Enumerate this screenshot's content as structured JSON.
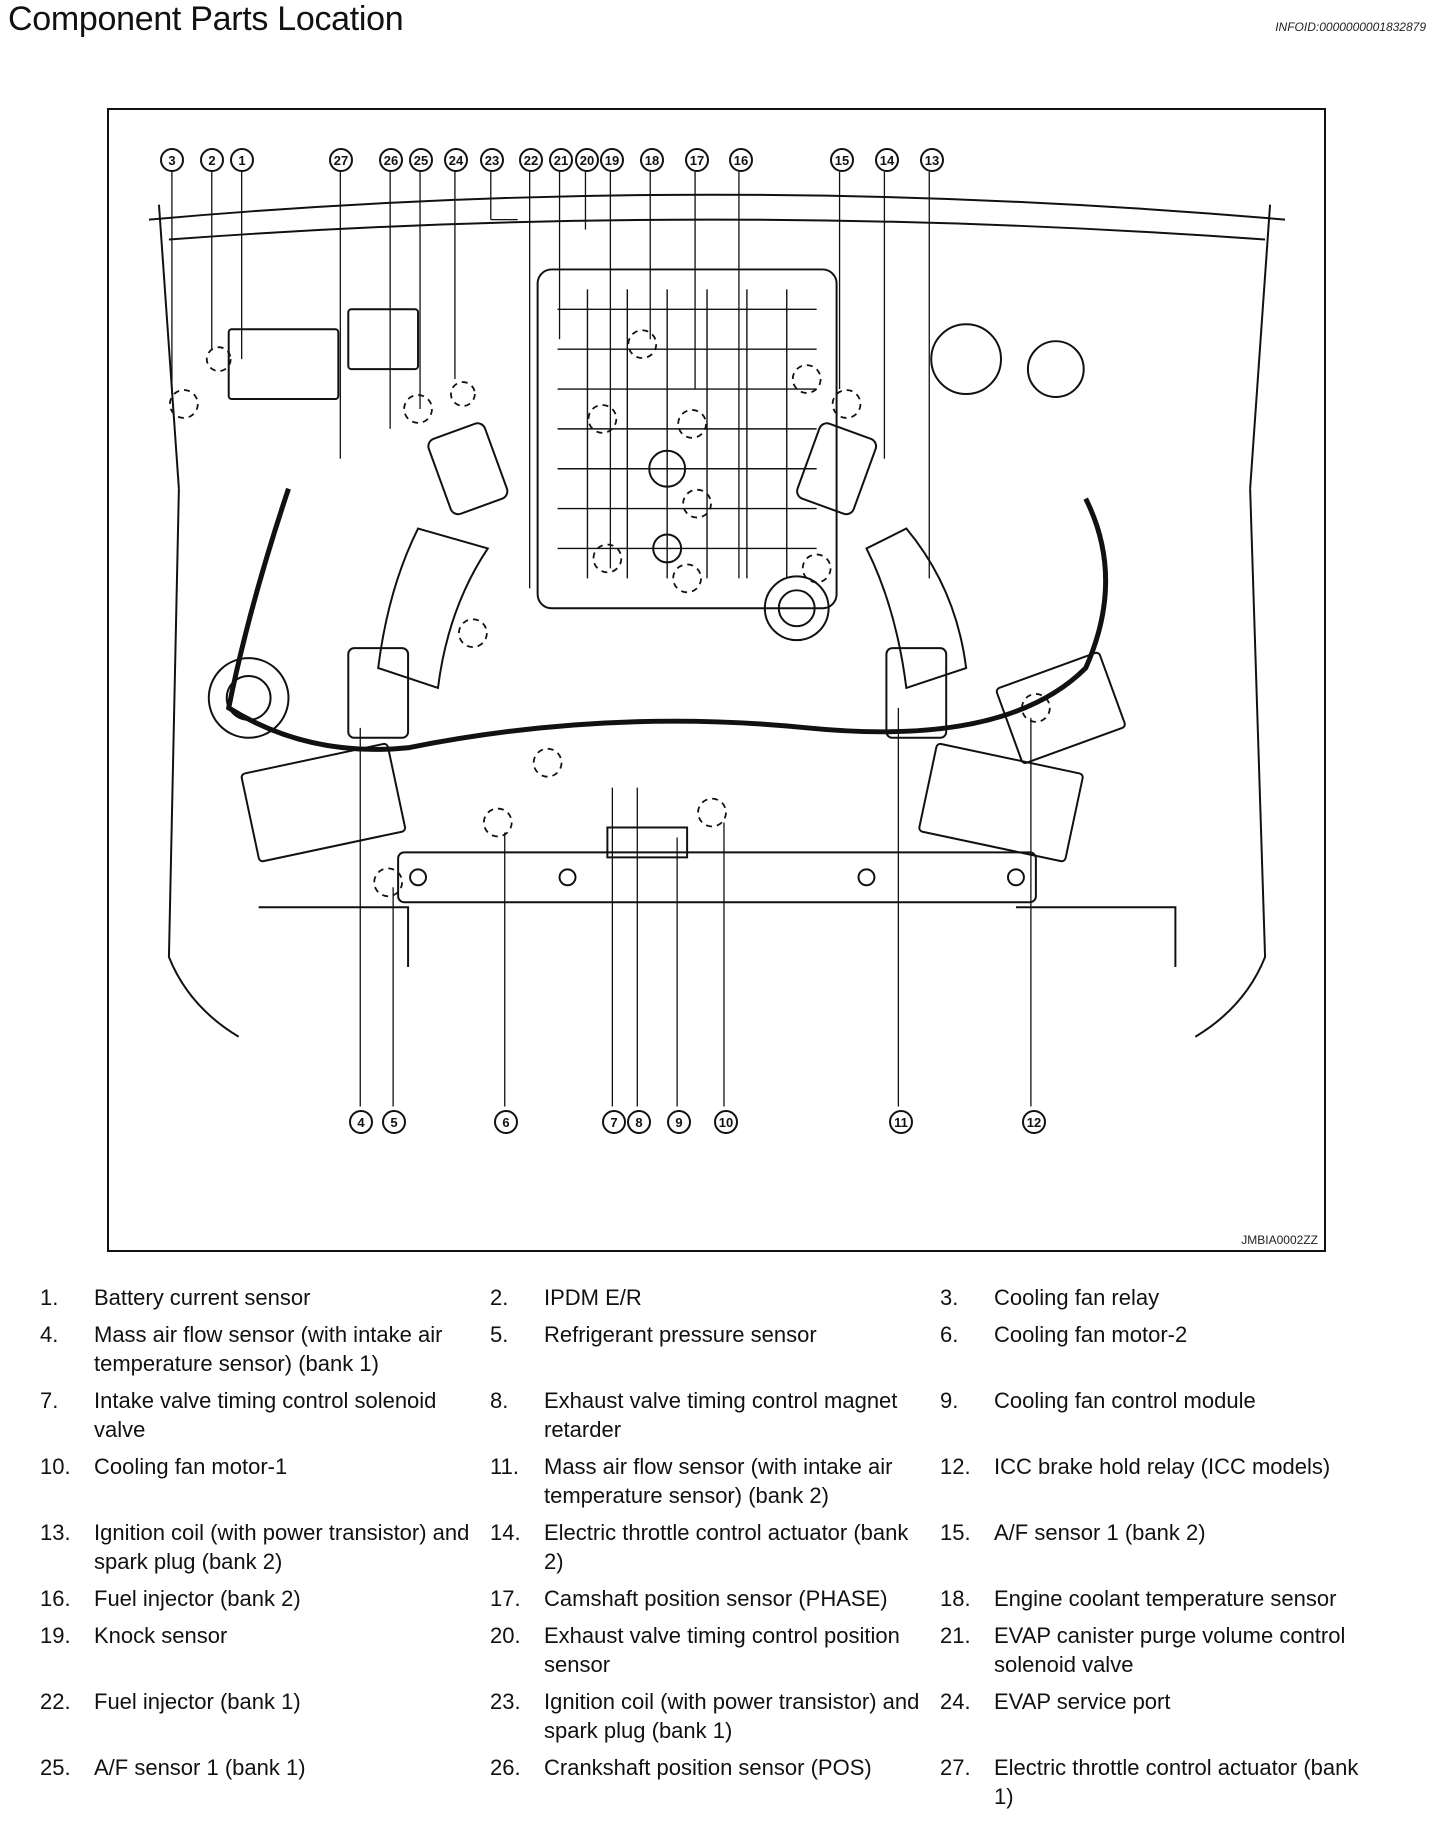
{
  "page": {
    "title": "Component Parts Location",
    "info_id": "INFOID:0000000001832879",
    "figure_code": "JMBIA0002ZZ"
  },
  "callouts": {
    "top": [
      "3",
      "2",
      "1",
      "27",
      "26",
      "25",
      "24",
      "23",
      "22",
      "21",
      "20",
      "19",
      "18",
      "17",
      "16",
      "15",
      "14",
      "13"
    ],
    "bottom": [
      "4",
      "5",
      "6",
      "7",
      "8",
      "9",
      "10",
      "11",
      "12"
    ]
  },
  "legend": {
    "rows": [
      [
        {
          "num": "1.",
          "text": "Battery current sensor"
        },
        {
          "num": "2.",
          "text": "IPDM E/R"
        },
        {
          "num": "3.",
          "text": "Cooling fan relay"
        }
      ],
      [
        {
          "num": "4.",
          "text": "Mass air flow sensor (with intake air temperature sensor) (bank 1)"
        },
        {
          "num": "5.",
          "text": "Refrigerant pressure sensor"
        },
        {
          "num": "6.",
          "text": "Cooling fan motor-2"
        }
      ],
      [
        {
          "num": "7.",
          "text": "Intake valve timing control solenoid valve"
        },
        {
          "num": "8.",
          "text": "Exhaust valve timing control magnet retarder"
        },
        {
          "num": "9.",
          "text": "Cooling fan control module"
        }
      ],
      [
        {
          "num": "10.",
          "text": "Cooling fan motor-1"
        },
        {
          "num": "11.",
          "text": "Mass air flow sensor (with intake air temperature sensor) (bank 2)"
        },
        {
          "num": "12.",
          "text": "ICC brake hold relay (ICC models)"
        }
      ],
      [
        {
          "num": "13.",
          "text": "Ignition coil (with power transistor) and spark plug (bank 2)"
        },
        {
          "num": "14.",
          "text": "Electric throttle control actuator (bank 2)"
        },
        {
          "num": "15.",
          "text": "A/F sensor 1 (bank 2)"
        }
      ],
      [
        {
          "num": "16.",
          "text": "Fuel injector (bank 2)"
        },
        {
          "num": "17.",
          "text": "Camshaft position sensor (PHASE)"
        },
        {
          "num": "18.",
          "text": "Engine coolant temperature sensor"
        }
      ],
      [
        {
          "num": "19.",
          "text": "Knock sensor"
        },
        {
          "num": "20.",
          "text": "Exhaust valve timing control position sensor"
        },
        {
          "num": "21.",
          "text": "EVAP canister purge volume control solenoid valve"
        }
      ],
      [
        {
          "num": "22.",
          "text": "Fuel injector (bank 1)"
        },
        {
          "num": "23.",
          "text": "Ignition coil (with power transistor) and spark plug (bank 1)"
        },
        {
          "num": "24.",
          "text": "EVAP service port"
        }
      ],
      [
        {
          "num": "25.",
          "text": "A/F sensor 1 (bank 1)"
        },
        {
          "num": "26.",
          "text": "Crankshaft position sensor (POS)"
        },
        {
          "num": "27.",
          "text": "Electric throttle control actuator (bank 1)"
        }
      ]
    ]
  }
}
